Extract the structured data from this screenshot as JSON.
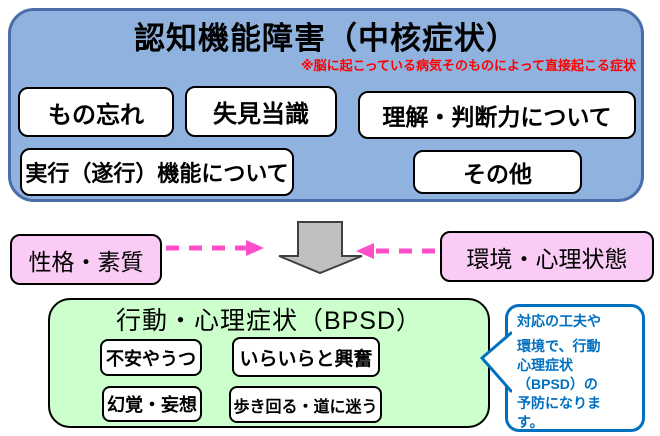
{
  "colors": {
    "blue_fill": "#8FB2DF",
    "blue_border": "#4A6EA9",
    "box_border": "#000000",
    "pink_fill": "#FACBF5",
    "arrow_pink": "#FF4FC8",
    "gray_arrow_fill": "#BFBFBF",
    "gray_arrow_border": "#404040",
    "green_fill": "#CCFFCC",
    "callout_blue": "#0070C0",
    "note_red": "#FF0000"
  },
  "core": {
    "title": "認知機能障害（中核症状）",
    "note": "※脳に起こっている病気そのものによって直接起こる症状",
    "items": [
      {
        "label": "もの忘れ"
      },
      {
        "label": "失見当識"
      },
      {
        "label": "理解・判断力について"
      },
      {
        "label": "実行（遂行）機能について"
      },
      {
        "label": "その他"
      }
    ]
  },
  "factors": {
    "left": "性格・素質",
    "right": "環境・心理状態"
  },
  "bpsd": {
    "title": "行動・心理症状（BPSD）",
    "items": [
      {
        "label": "不安やうつ"
      },
      {
        "label": "いらいらと興奮"
      },
      {
        "label": "幻覚・妄想"
      },
      {
        "label": "歩き回る・道に迷う"
      }
    ]
  },
  "callout": {
    "lines": [
      "対応の工夫や",
      "環境で、行動",
      "心理症状",
      "（BPSD）の",
      "予防になりま",
      "す。"
    ]
  }
}
